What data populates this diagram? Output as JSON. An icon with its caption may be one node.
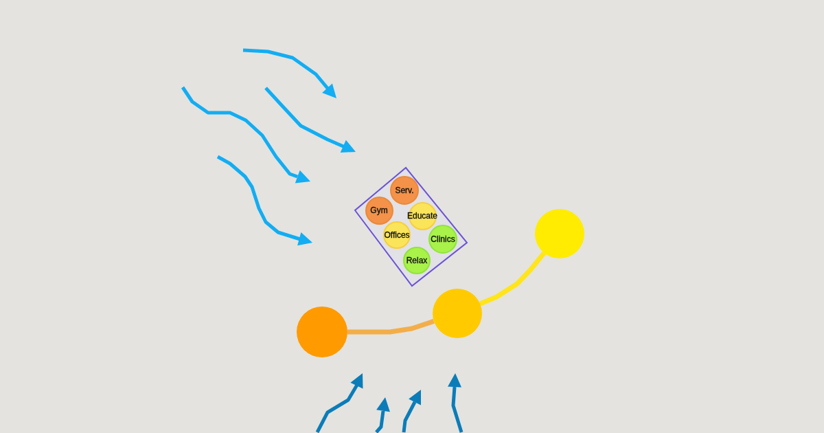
{
  "diagram": {
    "nodes": [
      {
        "text": [],
        "shape": "box"
      },
      {
        "text": [
          "Serv."
        ],
        "in": 0
      },
      {
        "text": [
          "Gym"
        ],
        "in": 0
      },
      {
        "text": [
          "Educate"
        ],
        "in": 0
      },
      {
        "text": [
          "Offices"
        ],
        "in": 0
      },
      {
        "text": [
          "Clinics"
        ],
        "in": 0
      },
      {
        "text": [
          "Relax"
        ],
        "in": 0
      },
      {
        "text": [],
        "shape": "circle"
      },
      {
        "text": [],
        "shape": "circle"
      },
      {
        "text": [],
        "shape": "circle"
      }
    ],
    "edges": [
      {
        "from": 7,
        "to": 8,
        "arrow": "none",
        "color": "#f3ae4a"
      },
      {
        "from": 8,
        "to": 9,
        "arrow": "none",
        "color": "#ffe51a"
      }
    ]
  }
}
